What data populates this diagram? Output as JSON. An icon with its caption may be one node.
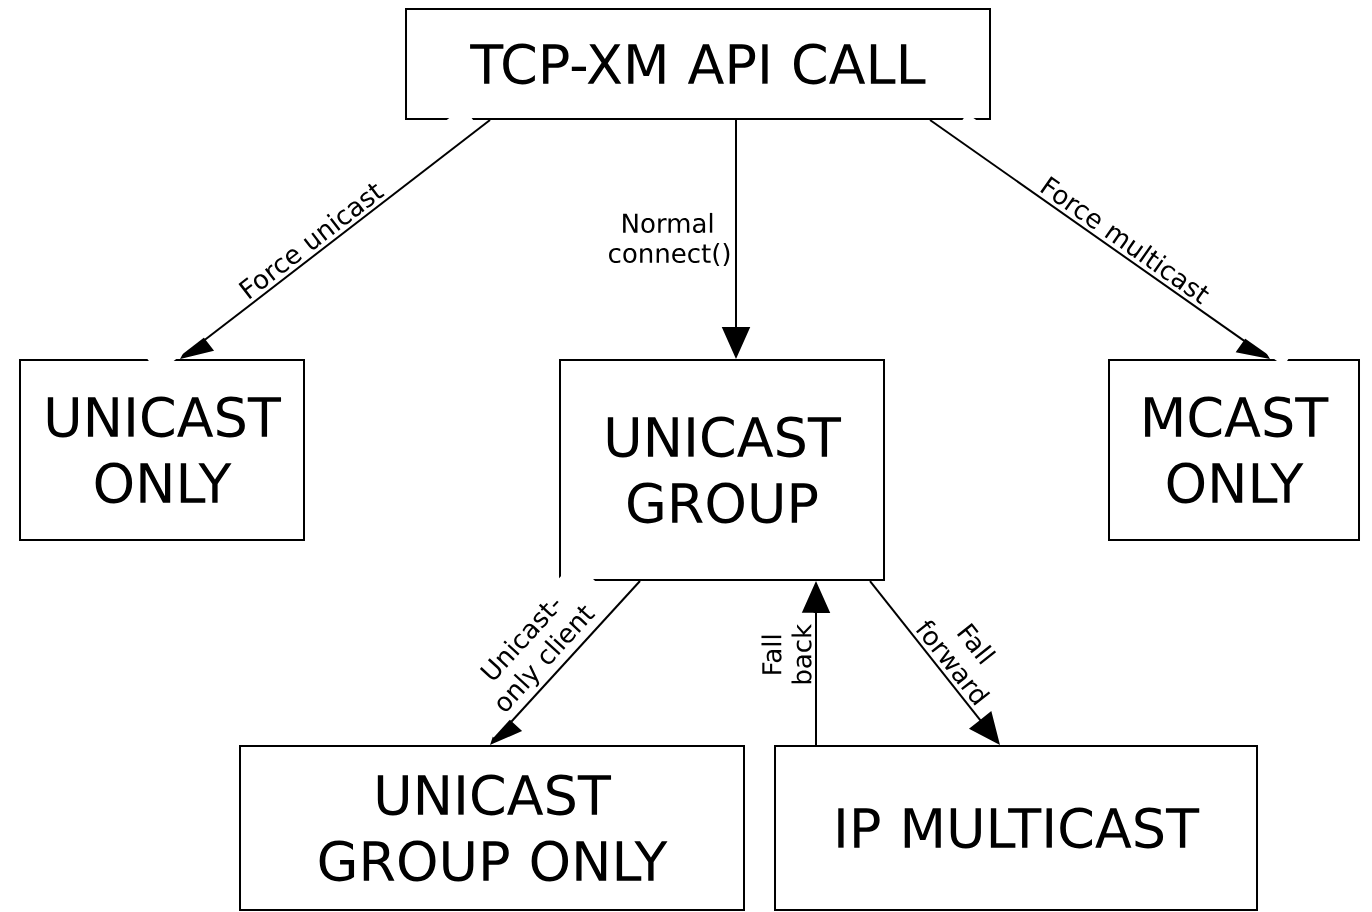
{
  "diagram": {
    "nodes": [
      {
        "text": [
          "TCP-XM API CALL"
        ]
      },
      {
        "text": [
          "UNICAST ONLY"
        ]
      },
      {
        "text": [
          "UNICAST GROUP"
        ]
      },
      {
        "text": [
          "MCAST ONLY"
        ]
      },
      {
        "text": [
          "UNICAST GROUP ONLY"
        ]
      },
      {
        "text": [
          "IP MULTICAST"
        ]
      }
    ],
    "edges": [
      {
        "from": 0,
        "to": 1,
        "arrow": "to",
        "label": "Force unicast"
      },
      {
        "from": 0,
        "to": 2,
        "arrow": "to",
        "label": "Normal connect()"
      },
      {
        "from": 0,
        "to": 3,
        "arrow": "to",
        "label": "Force multicast"
      },
      {
        "from": 2,
        "to": 4,
        "arrow": "to",
        "label": "Unicast-only client"
      },
      {
        "from": 2,
        "to": 5,
        "arrow": "to",
        "label": "Fall forward"
      },
      {
        "from": 5,
        "to": 2,
        "arrow": "to",
        "label": "Fall back"
      }
    ]
  }
}
